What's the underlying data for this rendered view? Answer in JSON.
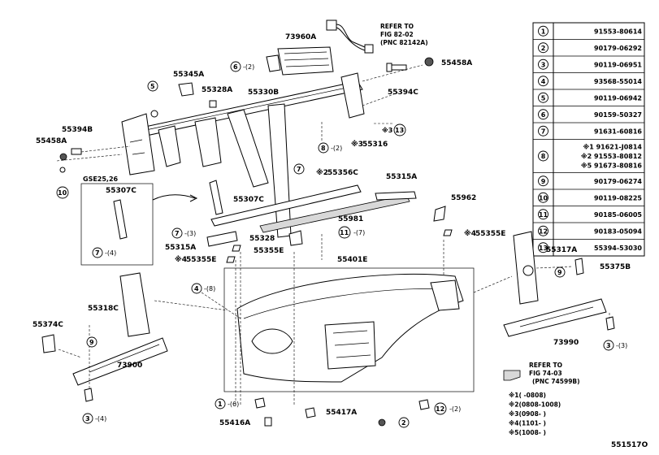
{
  "labels": {
    "p73960a": "73960A",
    "p55458a_r": "55458A",
    "p55345a": "55345A",
    "p55328a": "55328A",
    "p55330b": "55330B",
    "p55394c": "55394C",
    "p55394b": "55394B",
    "p55458a_l": "55458A",
    "p55316": "55316",
    "p55307c_box": "55307C",
    "p55307c": "55307C",
    "p55356c": "55356C",
    "p55315a_r": "55315A",
    "p55962": "55962",
    "p55981": "55981",
    "p55328": "55328",
    "p55355e_r": "55355E",
    "p55315a_l": "55315A",
    "p55355e_m": "55355E",
    "p55355e_l": "55355E",
    "p55401e": "55401E",
    "p55317a": "55317A",
    "p55375b": "55375B",
    "p55318c": "55318C",
    "p55374c": "55374C",
    "p73990": "73990",
    "p73900": "73900",
    "p55416a": "55416A",
    "p55417a": "55417A",
    "gse": "GSE25,26",
    "diagram_id": "551517O"
  },
  "marks": {
    "m2": "※2",
    "m3": "※3",
    "m4": "※4"
  },
  "callouts": {
    "c6_top": "6",
    "c6_top_qty": "-(2)",
    "c8": "8",
    "c8_qty": "-(2)",
    "c13": "13",
    "c5": "5",
    "c10": "10",
    "c7_a": "7",
    "c7_a_qty": "-(3)",
    "c7_b": "7",
    "c7_b_qty": "-(4)",
    "c11": "11",
    "c11_qty": "-(7)",
    "c4": "4",
    "c4_qty": "-(8)",
    "c9_l": "9",
    "c9_r": "9",
    "c3_l": "3",
    "c3_l_qty": "-(4)",
    "c3_r": "3",
    "c3_r_qty": "-(3)",
    "c1": "1",
    "c1_qty": "-(6)",
    "c12": "12",
    "c12_qty": "-(2)",
    "c2": "2"
  },
  "refs": {
    "ref1_line1": "REFER TO",
    "ref1_line2": "FIG 82-02",
    "ref1_line3": "(PNC 82142A)",
    "ref2_line1": "REFER TO",
    "ref2_line2": "FIG 74-03",
    "ref2_line3": "(PNC 74599B)"
  },
  "parts_table": [
    {
      "num": "1",
      "parts": [
        "91553-80614"
      ]
    },
    {
      "num": "2",
      "parts": [
        "90179-06292"
      ]
    },
    {
      "num": "3",
      "parts": [
        "90119-06951"
      ]
    },
    {
      "num": "4",
      "parts": [
        "93568-55014"
      ]
    },
    {
      "num": "5",
      "parts": [
        "90119-06942"
      ]
    },
    {
      "num": "6",
      "parts": [
        "90159-50327"
      ]
    },
    {
      "num": "7",
      "parts": [
        "91631-60816"
      ]
    },
    {
      "num": "8",
      "parts": [
        "※1 91621-J0814",
        "※2 91553-80812",
        "※5 91673-80816"
      ]
    },
    {
      "num": "9",
      "parts": [
        "90179-06274"
      ]
    },
    {
      "num": "10",
      "parts": [
        "90119-08225"
      ]
    },
    {
      "num": "11",
      "parts": [
        "90185-06005"
      ]
    },
    {
      "num": "12",
      "parts": [
        "90183-05094"
      ]
    },
    {
      "num": "13",
      "parts": [
        "55394-53030"
      ]
    }
  ],
  "notes": [
    {
      "mark": "※1",
      "text": "(      -0808)"
    },
    {
      "mark": "※2",
      "text": "(0808-1008)"
    },
    {
      "mark": "※3",
      "text": "(0908-      )"
    },
    {
      "mark": "※4",
      "text": "(1101-      )"
    },
    {
      "mark": "※5",
      "text": "(1008-      )"
    }
  ]
}
